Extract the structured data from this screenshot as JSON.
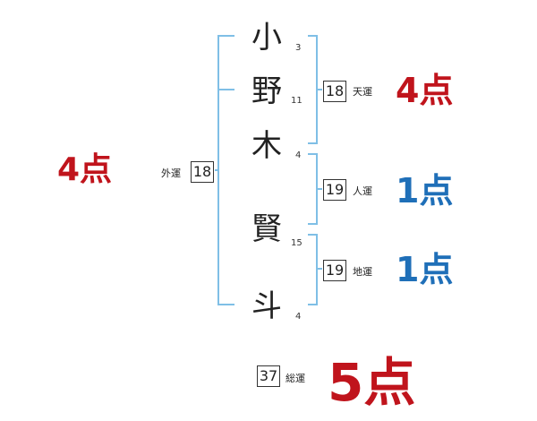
{
  "colors": {
    "bracket": "#7fbfe6",
    "score_red": "#c0141c",
    "score_blue": "#1f6fb8",
    "text": "#222222"
  },
  "name_chars": [
    {
      "char": "小",
      "strokes": "3"
    },
    {
      "char": "野",
      "strokes": "11"
    },
    {
      "char": "木",
      "strokes": "4"
    },
    {
      "char": "賢",
      "strokes": "15"
    },
    {
      "char": "斗",
      "strokes": "4"
    }
  ],
  "gaiun": {
    "label": "外運",
    "value": "18",
    "score": "4点",
    "score_color": "red"
  },
  "tenun": {
    "label": "天運",
    "value": "18",
    "score": "4点",
    "score_color": "red"
  },
  "jinun": {
    "label": "人運",
    "value": "19",
    "score": "1点",
    "score_color": "blue"
  },
  "chiun": {
    "label": "地運",
    "value": "19",
    "score": "1点",
    "score_color": "blue"
  },
  "souun": {
    "label": "総運",
    "value": "37",
    "score": "5点",
    "score_color": "red"
  }
}
